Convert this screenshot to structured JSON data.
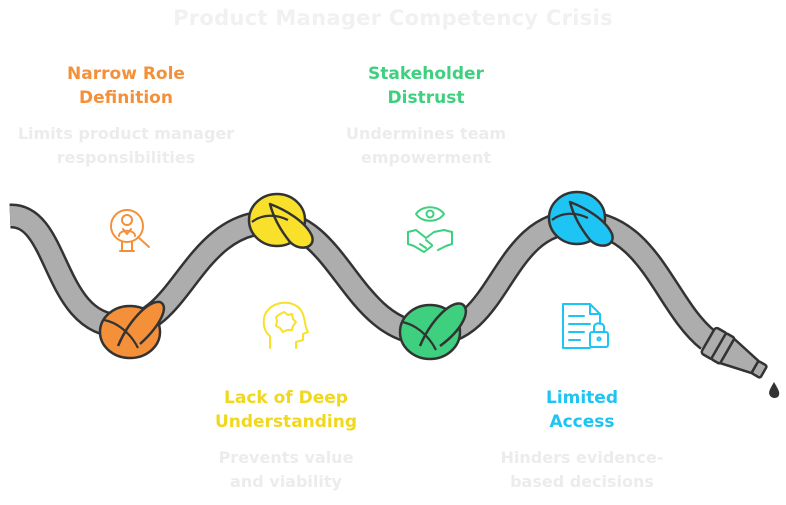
{
  "title": "Product Manager Competency Crisis",
  "colors": {
    "orange": "#f5903a",
    "yellow": "#f9e02b",
    "green": "#3ed07e",
    "blue": "#1ec4f4",
    "hose": "#adadad",
    "outline": "#333333",
    "faint_text": "#ececec"
  },
  "knots": [
    {
      "label": "Narrow Role\nDefinition",
      "description": "Limits product manager\nresponsibilities",
      "color": "orange",
      "icon": "person-search-icon"
    },
    {
      "label": "Lack of Deep\nUnderstanding",
      "description": "Prevents value\nand viability",
      "color": "yellow",
      "icon": "head-gear-icon"
    },
    {
      "label": "Stakeholder\nDistrust",
      "description": "Undermines team\nempowerment",
      "color": "green",
      "icon": "eye-handshake-icon"
    },
    {
      "label": "Limited\nAccess",
      "description": "Hinders evidence-\nbased decisions",
      "color": "blue",
      "icon": "document-lock-icon"
    }
  ]
}
